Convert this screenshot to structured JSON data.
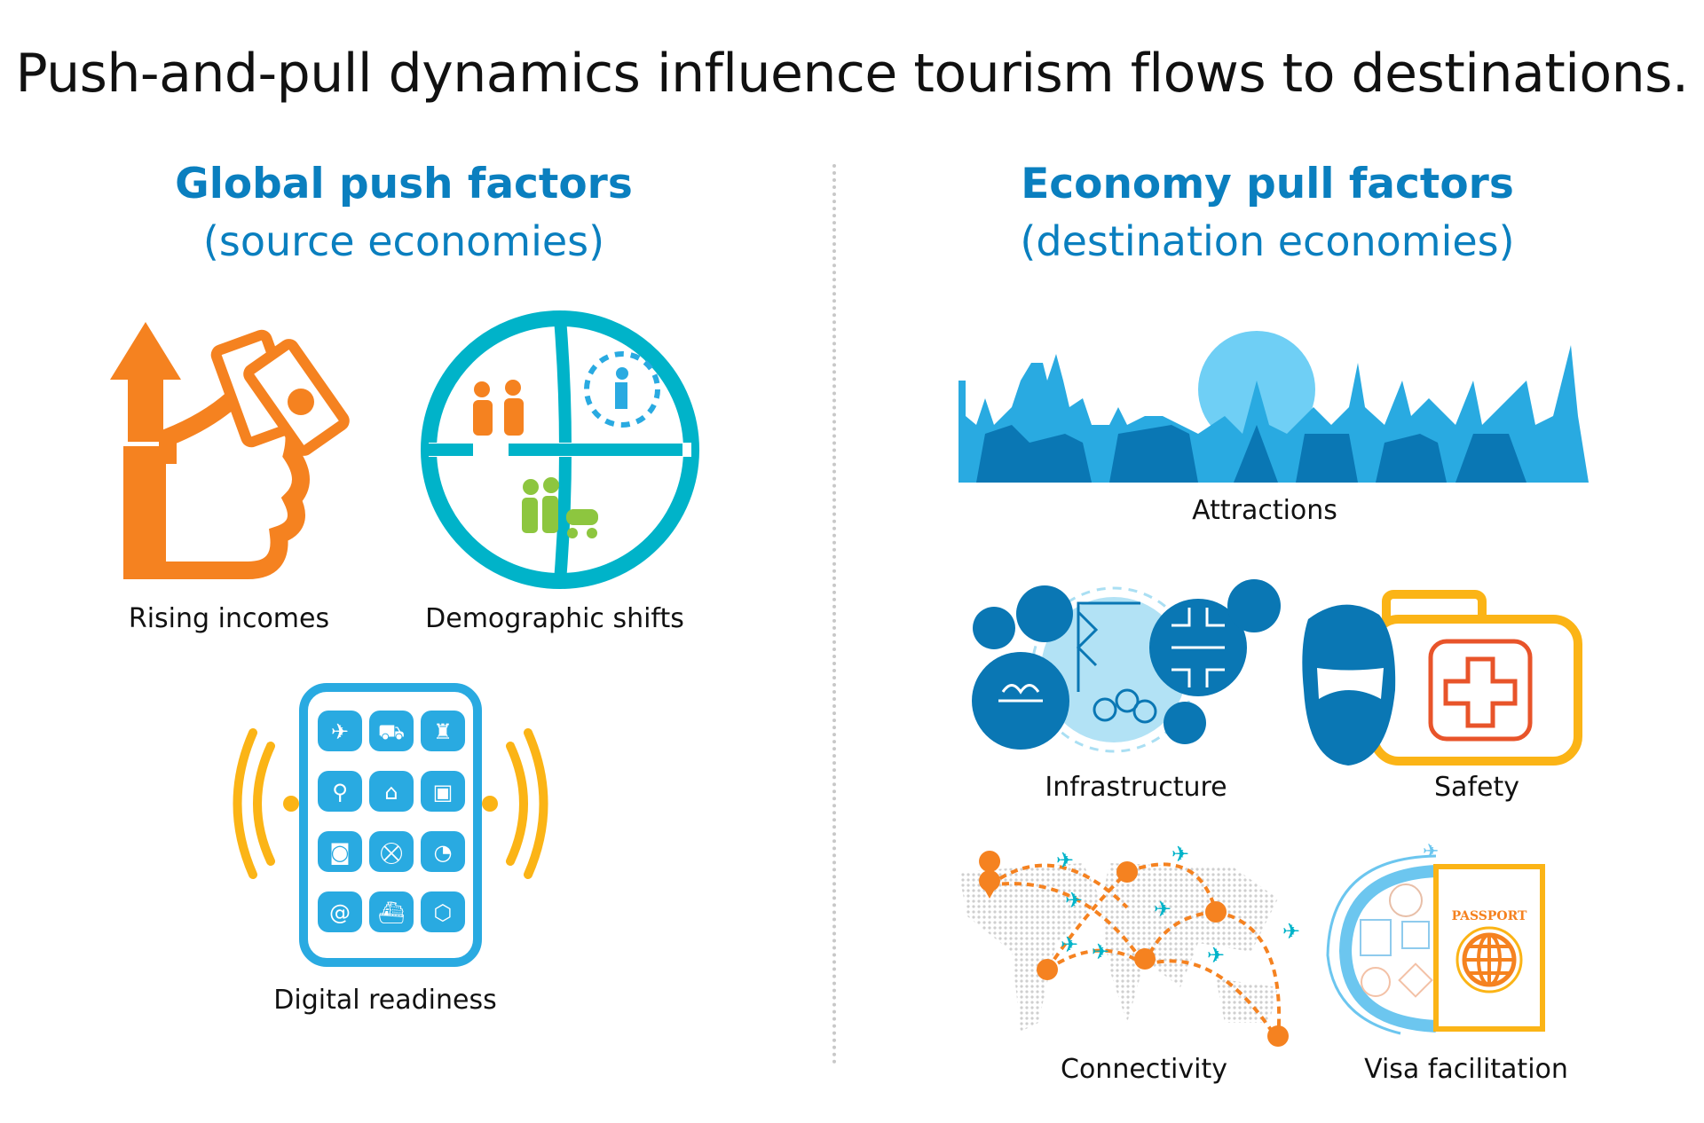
{
  "title": "Push-and-pull dynamics influence tourism flows to destinations.",
  "push": {
    "heading": "Global push factors",
    "subheading": "(source economies)",
    "items": [
      {
        "label": "Rising incomes",
        "icon": "money-hand-arrow-icon"
      },
      {
        "label": "Demographic shifts",
        "icon": "globe-people-icon"
      },
      {
        "label": "Digital readiness",
        "icon": "smartphone-apps-icon"
      }
    ]
  },
  "pull": {
    "heading": "Economy pull factors",
    "subheading": "(destination economies)",
    "items": [
      {
        "label": "Attractions",
        "icon": "skyline-landmarks-icon"
      },
      {
        "label": "Infrastructure",
        "icon": "infrastructure-icon"
      },
      {
        "label": "Safety",
        "icon": "masked-face-first-aid-icon"
      },
      {
        "label": "Connectivity",
        "icon": "world-map-flights-icon"
      },
      {
        "label": "Visa facilitation",
        "icon": "passport-icon"
      }
    ],
    "passport_text": "PASSPORT"
  },
  "colors": {
    "heading": "#0a7fbf",
    "orange": "#f58220",
    "teal": "#00b3c9",
    "green": "#8dc63f",
    "sky": "#29aae1",
    "navy": "#0a77b4",
    "yellow": "#fbb416",
    "red": "#e8542a"
  }
}
